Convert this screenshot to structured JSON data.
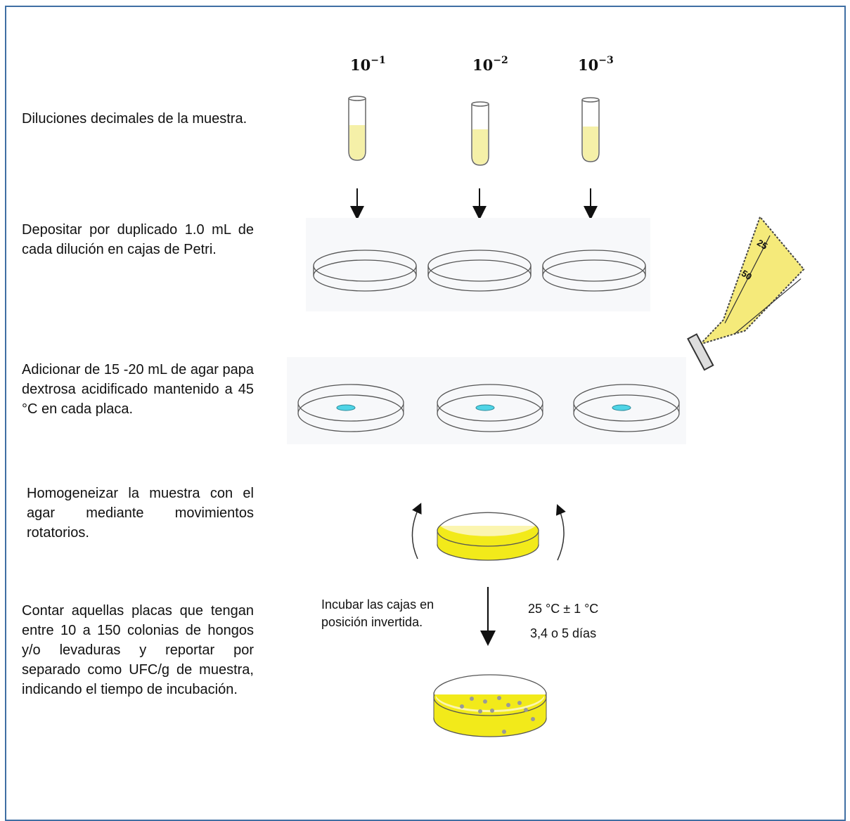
{
  "dilutions": [
    {
      "base": "10",
      "exp": "−1"
    },
    {
      "base": "10",
      "exp": "−2"
    },
    {
      "base": "10",
      "exp": "−3"
    }
  ],
  "steps": [
    "Diluciones decimales de la muestra.",
    "Depositar por duplicado 1.0 mL de cada dilución en cajas de Petri.",
    "Adicionar de 15 -20 mL de agar papa dextrosa acidificado mantenido a 45 °C en cada placa.",
    "Homogeneizar la muestra con el agar mediante movimientos rotatorios.",
    "Contar aquellas placas que tengan entre 10 a 150 colonias de hongos y/o levaduras y reportar por separado como UFC/g de muestra, indicando el tiempo de incubación."
  ],
  "incubation": {
    "instruction": "Incubar las cajas en posición invertida.",
    "temperature": "25 °C ± 1 °C",
    "duration": "3,4 o 5 días"
  },
  "flask_marks": [
    "25",
    "50"
  ],
  "colors": {
    "frame": "#3f6fa3",
    "liquid": "#f5f0a8",
    "agar": "#f2ea1a",
    "drop": "#4fd4e6"
  }
}
